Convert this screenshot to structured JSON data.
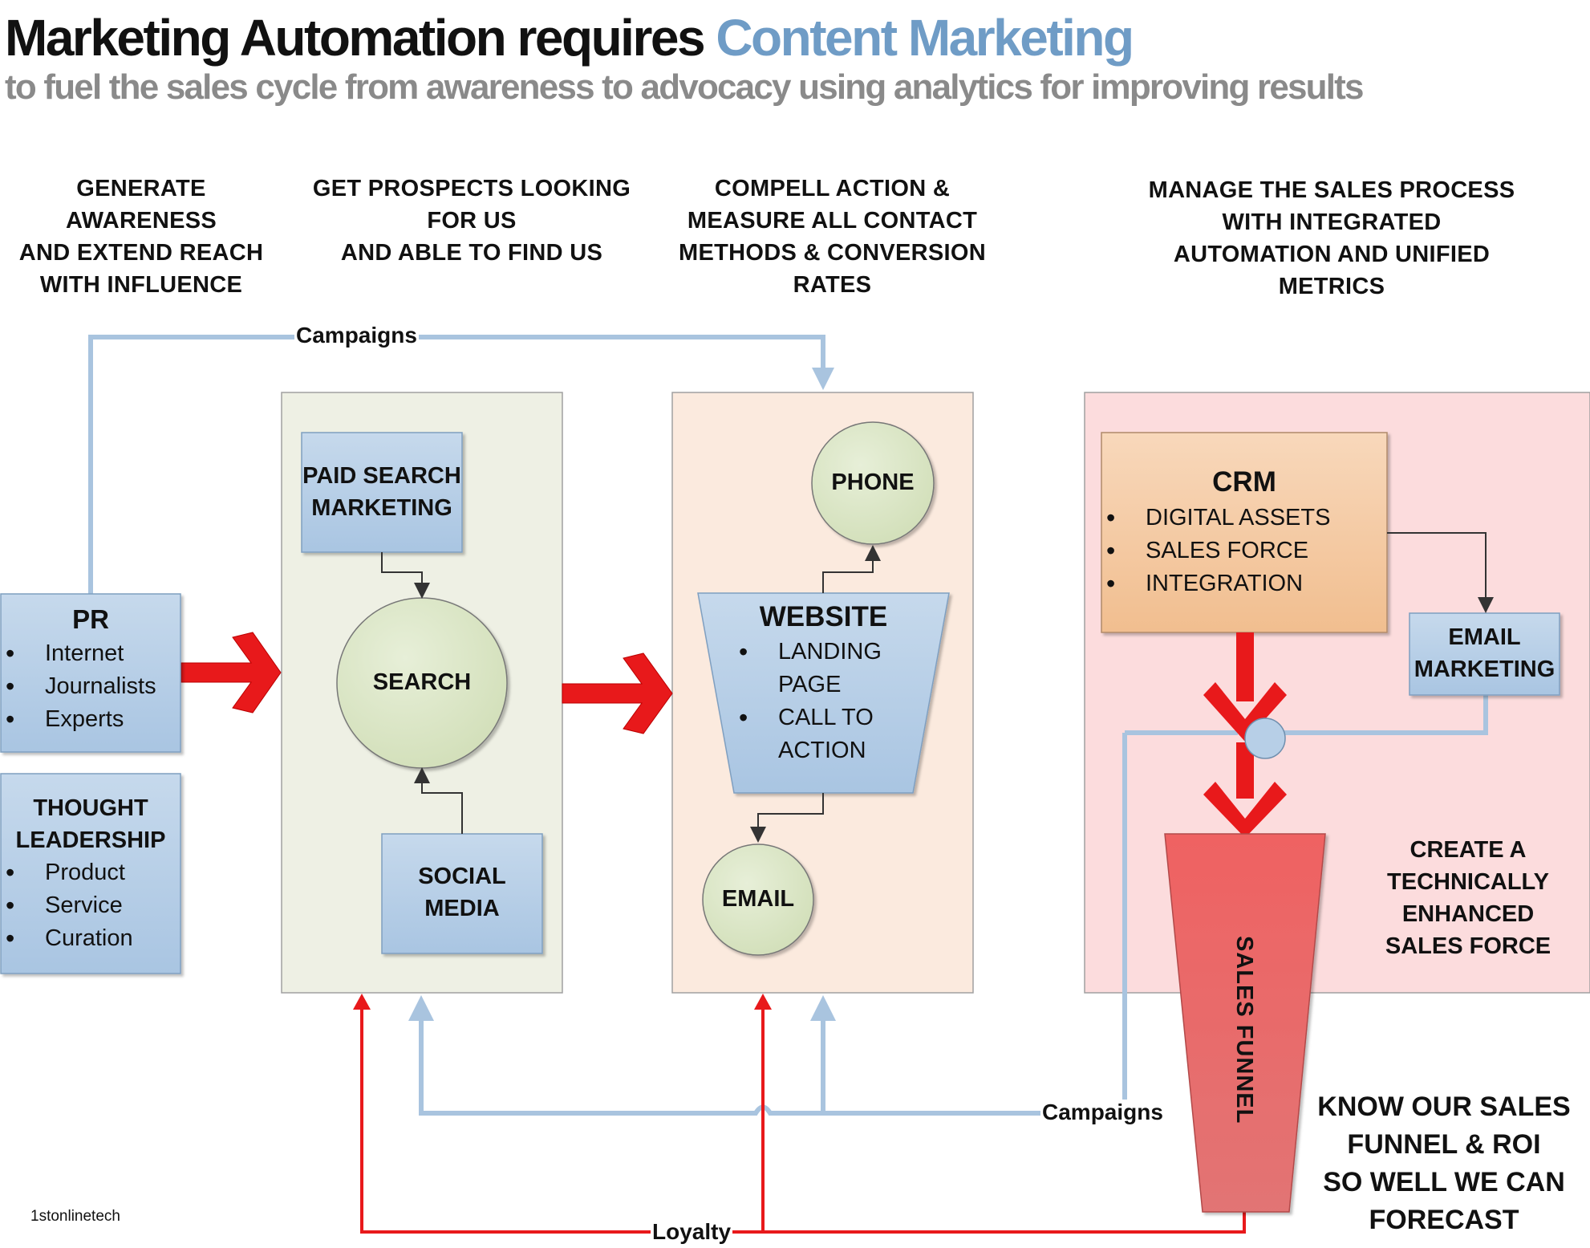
{
  "title": {
    "main": "Marketing Automation requires ",
    "accent": "Content Marketing"
  },
  "subtitle": "to fuel the sales cycle from awareness to advocacy using analytics for improving results",
  "columns": [
    {
      "lines": [
        "GENERATE AWARENESS",
        "AND EXTEND REACH",
        "WITH INFLUENCE"
      ]
    },
    {
      "lines": [
        "GET PROSPECTS LOOKING",
        "FOR US",
        "AND ABLE TO FIND US"
      ]
    },
    {
      "lines": [
        "COMPELL ACTION &",
        "MEASURE ALL CONTACT",
        "METHODS & CONVERSION",
        "RATES"
      ]
    },
    {
      "lines": [
        "MANAGE THE SALES PROCESS",
        "WITH INTEGRATED",
        "AUTOMATION AND UNIFIED",
        "METRICS"
      ]
    }
  ],
  "pr": {
    "title": "PR",
    "items": [
      "Internet",
      "Journalists",
      "Experts"
    ]
  },
  "thought": {
    "title_lines": [
      "THOUGHT",
      "LEADERSHIP"
    ],
    "items": [
      "Product",
      "Service",
      "Curation"
    ]
  },
  "search_group": {
    "paid": [
      "PAID SEARCH",
      "MARKETING"
    ],
    "search": "SEARCH",
    "social": [
      "SOCIAL",
      "MEDIA"
    ]
  },
  "web_group": {
    "phone": "PHONE",
    "website": {
      "title": "WEBSITE",
      "items": [
        [
          "LANDING",
          "PAGE"
        ],
        [
          "CALL TO",
          "ACTION"
        ]
      ]
    },
    "email": "EMAIL"
  },
  "sales_group": {
    "crm": {
      "title": "CRM",
      "items": [
        "DIGITAL ASSETS",
        "SALES FORCE",
        "INTEGRATION"
      ]
    },
    "email_marketing": [
      "EMAIL",
      "MARKETING"
    ],
    "create": [
      "CREATE A",
      "TECHNICALLY",
      "ENHANCED",
      "SALES FORCE"
    ],
    "funnel": "SALES FUNNEL"
  },
  "know": [
    "KNOW OUR SALES",
    "FUNNEL & ROI",
    "SO WELL WE CAN",
    "FORECAST"
  ],
  "labels": {
    "campaigns_top": "Campaigns",
    "campaigns_bottom": "Campaigns",
    "loyalty": "Loyalty"
  },
  "credit": "1stonlinetech",
  "colors": {
    "blue_line": "#a9c4df",
    "red_line": "#e8191b",
    "box_blue": "#bcd3e8",
    "circle_green": "#dde7c9",
    "panel_green": "#eef0e4",
    "panel_peach": "#fbeade",
    "panel_pink": "#fcdcdd",
    "crm_orange": "#f5c9a0",
    "funnel_red": "#e96b6b",
    "accent_title": "#6f9cc6"
  }
}
